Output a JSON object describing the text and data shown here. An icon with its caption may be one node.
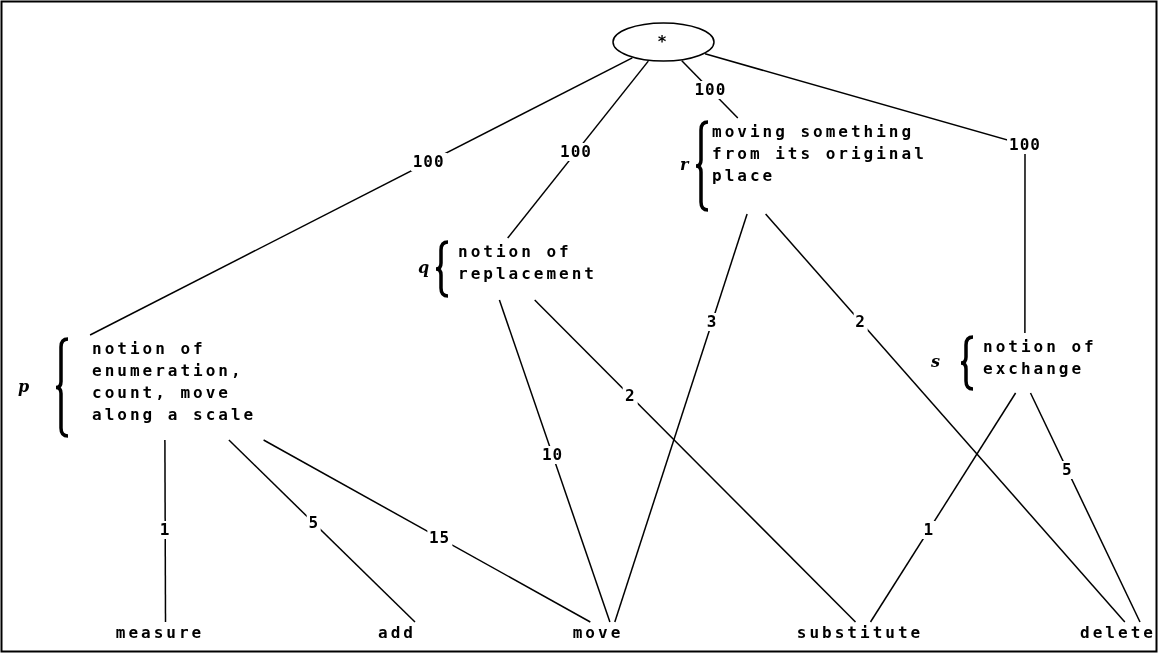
{
  "diagram": {
    "nodes": [
      {
        "text": [
          "*"
        ]
      },
      {
        "text": [
          "p",
          "notion of enumeration, count, move along a scale"
        ]
      },
      {
        "text": [
          "q",
          "notion of replacement"
        ]
      },
      {
        "text": [
          "r",
          "moving something from its original place"
        ]
      },
      {
        "text": [
          "s",
          "notion of exchange"
        ]
      },
      {
        "text": [
          "measure"
        ]
      },
      {
        "text": [
          "add"
        ]
      },
      {
        "text": [
          "move"
        ]
      },
      {
        "text": [
          "substitute"
        ]
      },
      {
        "text": [
          "delete"
        ]
      }
    ],
    "edges": [
      {
        "from": 0,
        "to": 1,
        "arrow": "none",
        "label": "100"
      },
      {
        "from": 0,
        "to": 2,
        "arrow": "none",
        "label": "100"
      },
      {
        "from": 0,
        "to": 3,
        "arrow": "none",
        "label": "100"
      },
      {
        "from": 0,
        "to": 4,
        "arrow": "none",
        "label": "100"
      },
      {
        "from": 1,
        "to": 5,
        "arrow": "none",
        "label": "1"
      },
      {
        "from": 1,
        "to": 6,
        "arrow": "none",
        "label": "5"
      },
      {
        "from": 1,
        "to": 7,
        "arrow": "none",
        "label": "15"
      },
      {
        "from": 2,
        "to": 7,
        "arrow": "none",
        "label": "10"
      },
      {
        "from": 2,
        "to": 8,
        "arrow": "none",
        "label": "2"
      },
      {
        "from": 3,
        "to": 7,
        "arrow": "none",
        "label": "3"
      },
      {
        "from": 3,
        "to": 9,
        "arrow": "none",
        "label": "2"
      },
      {
        "from": 4,
        "to": 8,
        "arrow": "none",
        "label": "1"
      },
      {
        "from": 4,
        "to": 9,
        "arrow": "none",
        "label": "5"
      }
    ]
  }
}
